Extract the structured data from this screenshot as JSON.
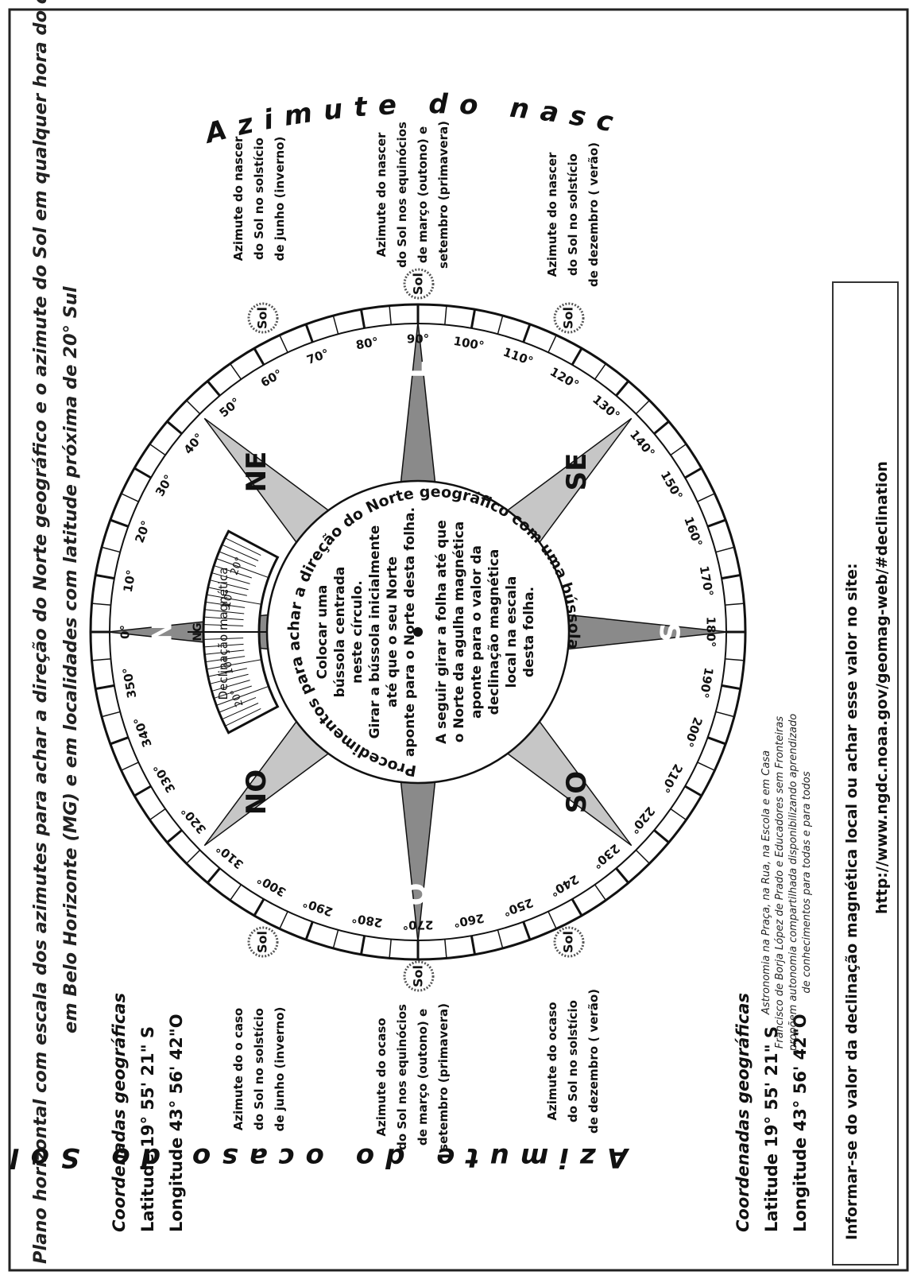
{
  "title": {
    "line1": "Plano horizontal com escala dos azimutes para achar a direção do Norte geográfico e o azimute do Sol em qualquer hora do dia",
    "line2": "em Belo Horizonte (MG) e em localidades  com latitude próxima de 20° Sul"
  },
  "arc_titles": {
    "sunrise": "Azimute do nascer do Sol",
    "sunset": "Azimute do ocaso do Sol"
  },
  "coordinates": {
    "heading": "Coordenadas geográficas",
    "latitude": "Latitude 19° 55' 21\" S",
    "longitude": "Longitude 43° 56' 42\"O"
  },
  "sun_badge": "Sol",
  "sunrise_labels": {
    "june": [
      "Azimute do nascer",
      "do Sol no solstício",
      "de junho (inverno)"
    ],
    "equinox": [
      "Azimute do nascer",
      "do Sol nos equinócios",
      "de março (outono) e",
      "setembro (primavera)"
    ],
    "december": [
      "Azimute do nascer",
      "do Sol no solstício",
      "de dezembro ( verão)"
    ]
  },
  "sunset_labels": {
    "june": [
      "Azimute do o caso",
      "do Sol no solstício",
      "de junho (inverno)"
    ],
    "equinox": [
      "Azimute do ocaso",
      "do Sol nos equinócios",
      "de março (outono) e",
      "setembro (primavera)"
    ],
    "december": [
      "Azimute do ocaso",
      "do Sol no solstício",
      "de dezembro ( verão)"
    ]
  },
  "directions": {
    "N": "N",
    "NE": "NE",
    "L": "L",
    "SE": "SE",
    "S": "S",
    "SO": "SO",
    "O": "O",
    "NO": "NO",
    "NG": "NG"
  },
  "declination": {
    "label": "Declinação magnética",
    "ticks_left": [
      "20°",
      "10°"
    ],
    "ticks_right": [
      "10°",
      "20°"
    ]
  },
  "center": {
    "ring_text": "Procedimentos para achar a direção do Norte geográfico com uma bússola",
    "step1": [
      "Colocar uma",
      "bússola centrada",
      "neste círculo.",
      "Girar a bússola inicialmente",
      "até que o seu Norte",
      "aponte para o Norte desta folha."
    ],
    "step2": [
      "A seguir girar a folha até que",
      "o Norte da agulha magnética",
      "aponte para o valor da",
      "declinação magnética",
      "local na escala",
      "desta folha."
    ]
  },
  "credits": [
    "Astronomia na Praça, na Rua, na Escola e em Casa",
    "Francisco de Borja López de Prado e Educadores sem Fronteiras",
    "propõem autonomia compartilhada disponibilizando aprendizado",
    "de conhecimentos para todas e para todos"
  ],
  "info_box": {
    "line1": "Informar-se do valor da declinação magnética local ou achar esse valor no site:",
    "line2": "http://www.ngdc.noaa.gov/geomag-web/#declination"
  },
  "azimuth_labels": [
    "0°",
    "10°",
    "20°",
    "30°",
    "40°",
    "50°",
    "60°",
    "70°",
    "80°",
    "90°",
    "100°",
    "110°",
    "120°",
    "130°",
    "140°",
    "150°",
    "160°",
    "170°",
    "180°",
    "190°",
    "200°",
    "210°",
    "220°",
    "230°",
    "240°",
    "250°",
    "260°",
    "270°",
    "280°",
    "290°",
    "300°",
    "310°",
    "320°",
    "330°",
    "340°",
    "350°"
  ],
  "colors": {
    "dark_star": "#8a8a8a",
    "light_star": "#c6c6c6",
    "ink": "#111111"
  }
}
